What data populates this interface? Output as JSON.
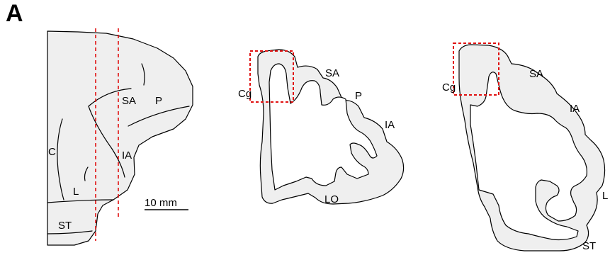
{
  "panel": {
    "letter": "A"
  },
  "scale_bar": {
    "label": "10 mm"
  },
  "lateral_view": {
    "labels": {
      "SA": "SA",
      "P": "P",
      "C": "C",
      "IA": "IA",
      "L": "L",
      "ST": "ST"
    }
  },
  "section_1": {
    "labels": {
      "Cg": "Cg",
      "SA": "SA",
      "P": "P",
      "IA": "IA",
      "LO": "LO"
    }
  },
  "section_2": {
    "labels": {
      "Cg": "Cg",
      "SA": "SA",
      "IA": "IA",
      "L": "L",
      "ST": "ST"
    }
  },
  "colors": {
    "tissue": "#efefef",
    "highlight": "#e01010",
    "outline": "#000000"
  }
}
